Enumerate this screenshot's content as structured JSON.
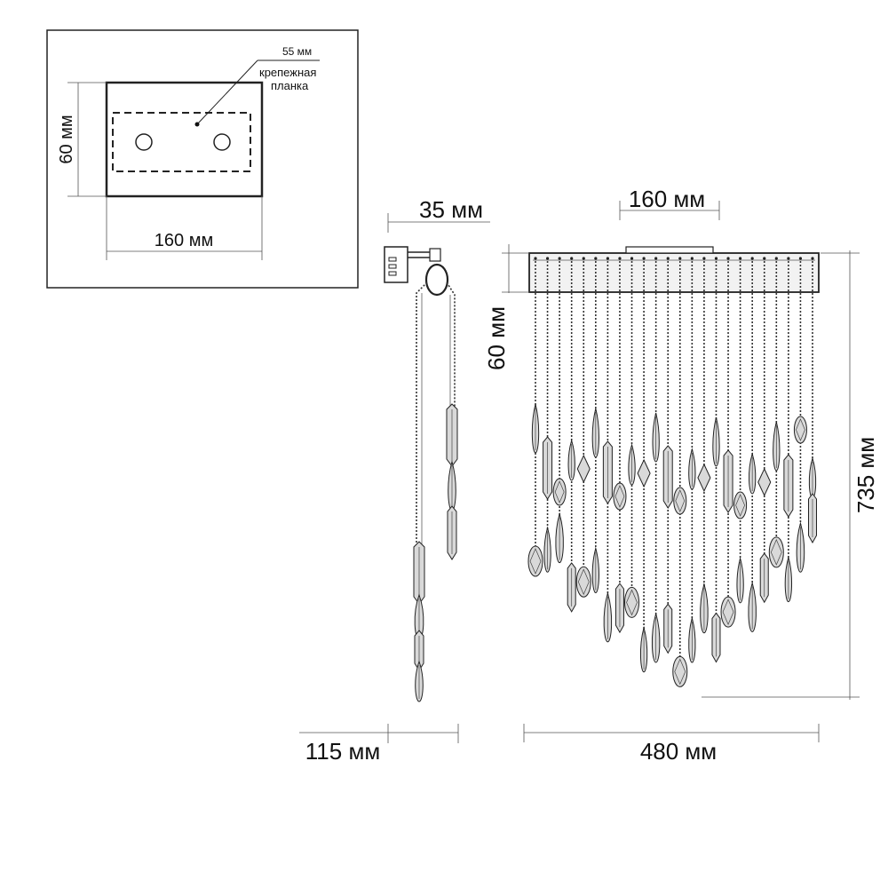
{
  "inset": {
    "dim_width": "160 мм",
    "dim_height": "60 мм",
    "dim_plate": "55 мм",
    "plate_label_line1": "крепежная",
    "plate_label_line2": "планка"
  },
  "side_view": {
    "dim_top": "35 мм",
    "dim_bottom": "115 мм"
  },
  "front_view": {
    "dim_top": "160 мм",
    "dim_canopy": "60 мм",
    "dim_height": "735 мм",
    "dim_width": "480 мм"
  },
  "colors": {
    "line": "#222222",
    "crystal_fill": "#d9d9d9",
    "canopy_fill": "#f2f2f2",
    "background": "#ffffff"
  }
}
